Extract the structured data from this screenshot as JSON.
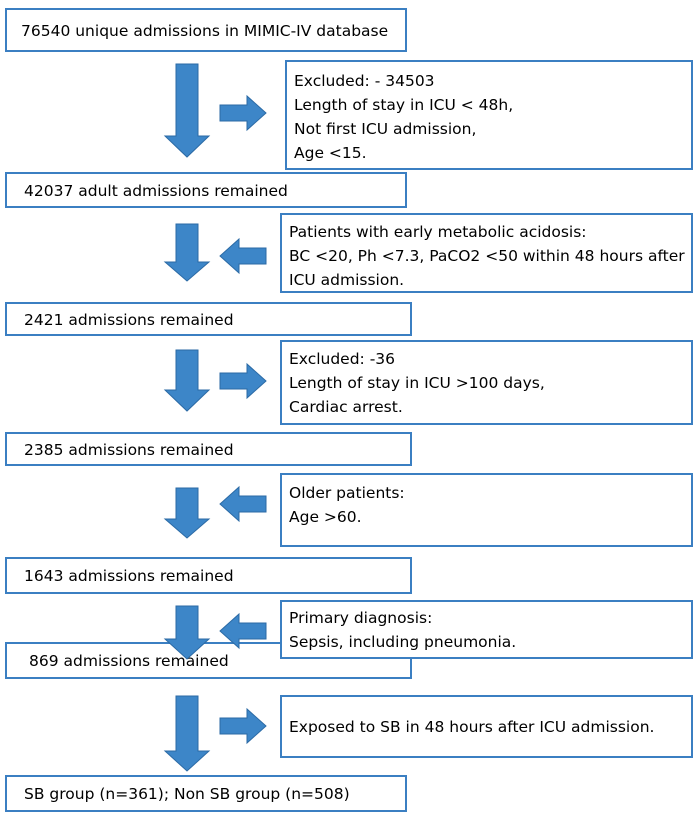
{
  "steps": [
    {
      "text": "76540 unique admissions in MIMIC-IV database"
    },
    {
      "text": "42037 adult admissions remained"
    },
    {
      "text": "2421 admissions remained"
    },
    {
      "text": "2385 admissions remained"
    },
    {
      "text": "1643 admissions remained"
    },
    {
      "text": "869 admissions remained"
    },
    {
      "text": "SB group (n=361); Non SB group (n=508)"
    }
  ],
  "side_notes": [
    {
      "lines": [
        "Excluded: - 34503",
        "Length of stay in ICU < 48h,",
        "Not first ICU admission,",
        "Age <15."
      ],
      "direction": "outward"
    },
    {
      "lines": [
        "Patients with early metabolic acidosis:",
        "BC <20, Ph <7.3, PaCO2 <50 within 48 hours after",
        "ICU admission."
      ],
      "direction": "inward"
    },
    {
      "lines": [
        "Excluded: -36",
        "Length of stay in ICU >100 days,",
        "Cardiac arrest."
      ],
      "direction": "outward"
    },
    {
      "lines": [
        "Older patients:",
        "Age >60."
      ],
      "direction": "inward"
    },
    {
      "lines": [
        "Primary diagnosis:",
        "Sepsis, including pneumonia."
      ],
      "direction": "inward"
    },
    {
      "lines": [
        "Exposed to SB in 48 hours after ICU admission."
      ],
      "direction": "outward"
    }
  ],
  "colors": {
    "border": "#3b7fc2",
    "arrow_fill": "#3d86c8",
    "arrow_stroke": "#2b6aa5"
  }
}
